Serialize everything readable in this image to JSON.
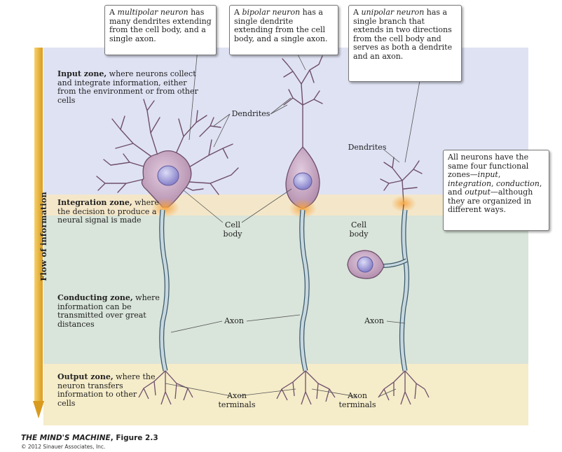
{
  "zones": {
    "input": {
      "title": "Input zone,",
      "text": " where neurons collect and integrate information, either from the environment or from other cells"
    },
    "integration": {
      "title": "Integration zone,",
      "text": " where the decision to produce a neural signal is made"
    },
    "conducting": {
      "title": "Conducting zone,",
      "text": " where information can be transmitted over great distances"
    },
    "output": {
      "title": "Output zone,",
      "text": " where the neuron transfers information to other cells"
    }
  },
  "flow_label": "Flow of information",
  "callouts": {
    "multipolar": {
      "article": "A ",
      "term": "multipolar neuron",
      "text": " has many dendrites extending from the cell body, and a single axon."
    },
    "bipolar": {
      "article": "A ",
      "term": "bipolar neuron",
      "text": " has a single dendrite extending from the cell body, and a single axon."
    },
    "unipolar": {
      "article": "A ",
      "term": "unipolar neuron",
      "text": " has a single branch that extends in two directions from the cell body and serves as both a dendrite and an axon."
    },
    "summary": {
      "text1": "All neurons have the same four functional zones—",
      "t_input": "input",
      "sep1": ", ",
      "t_integration": "integration",
      "sep2": ", ",
      "t_conduction": "conduction",
      "sep3": ", and ",
      "t_output": "output",
      "text2": "—although they are organized in different ways."
    }
  },
  "labels": {
    "dendrites_1": "Dendrites",
    "dendrites_2": "Dendrites",
    "cell_body_1": "Cell body",
    "cell_body_2": "Cell body",
    "axon_1": "Axon",
    "axon_2": "Axon",
    "axon_terminals_1": "Axon terminals",
    "axon_terminals_2": "Axon terminals"
  },
  "credit": {
    "title": "THE MIND'S MACHINE",
    "figure": ", Figure 2.3",
    "copyright": "© 2012 Sinauer Associates, Inc."
  },
  "colors": {
    "input_zone": "#dfe2f3",
    "integration_zone": "#f4e7c9",
    "conducting_zone": "#d9e4da",
    "output_zone": "#f5ecc9",
    "neuron_fill": "#c8a6c3",
    "nucleus_fill": "#a9a4dc",
    "axon_fill": "#c8d8e0",
    "arrow": "#e8b23a"
  }
}
